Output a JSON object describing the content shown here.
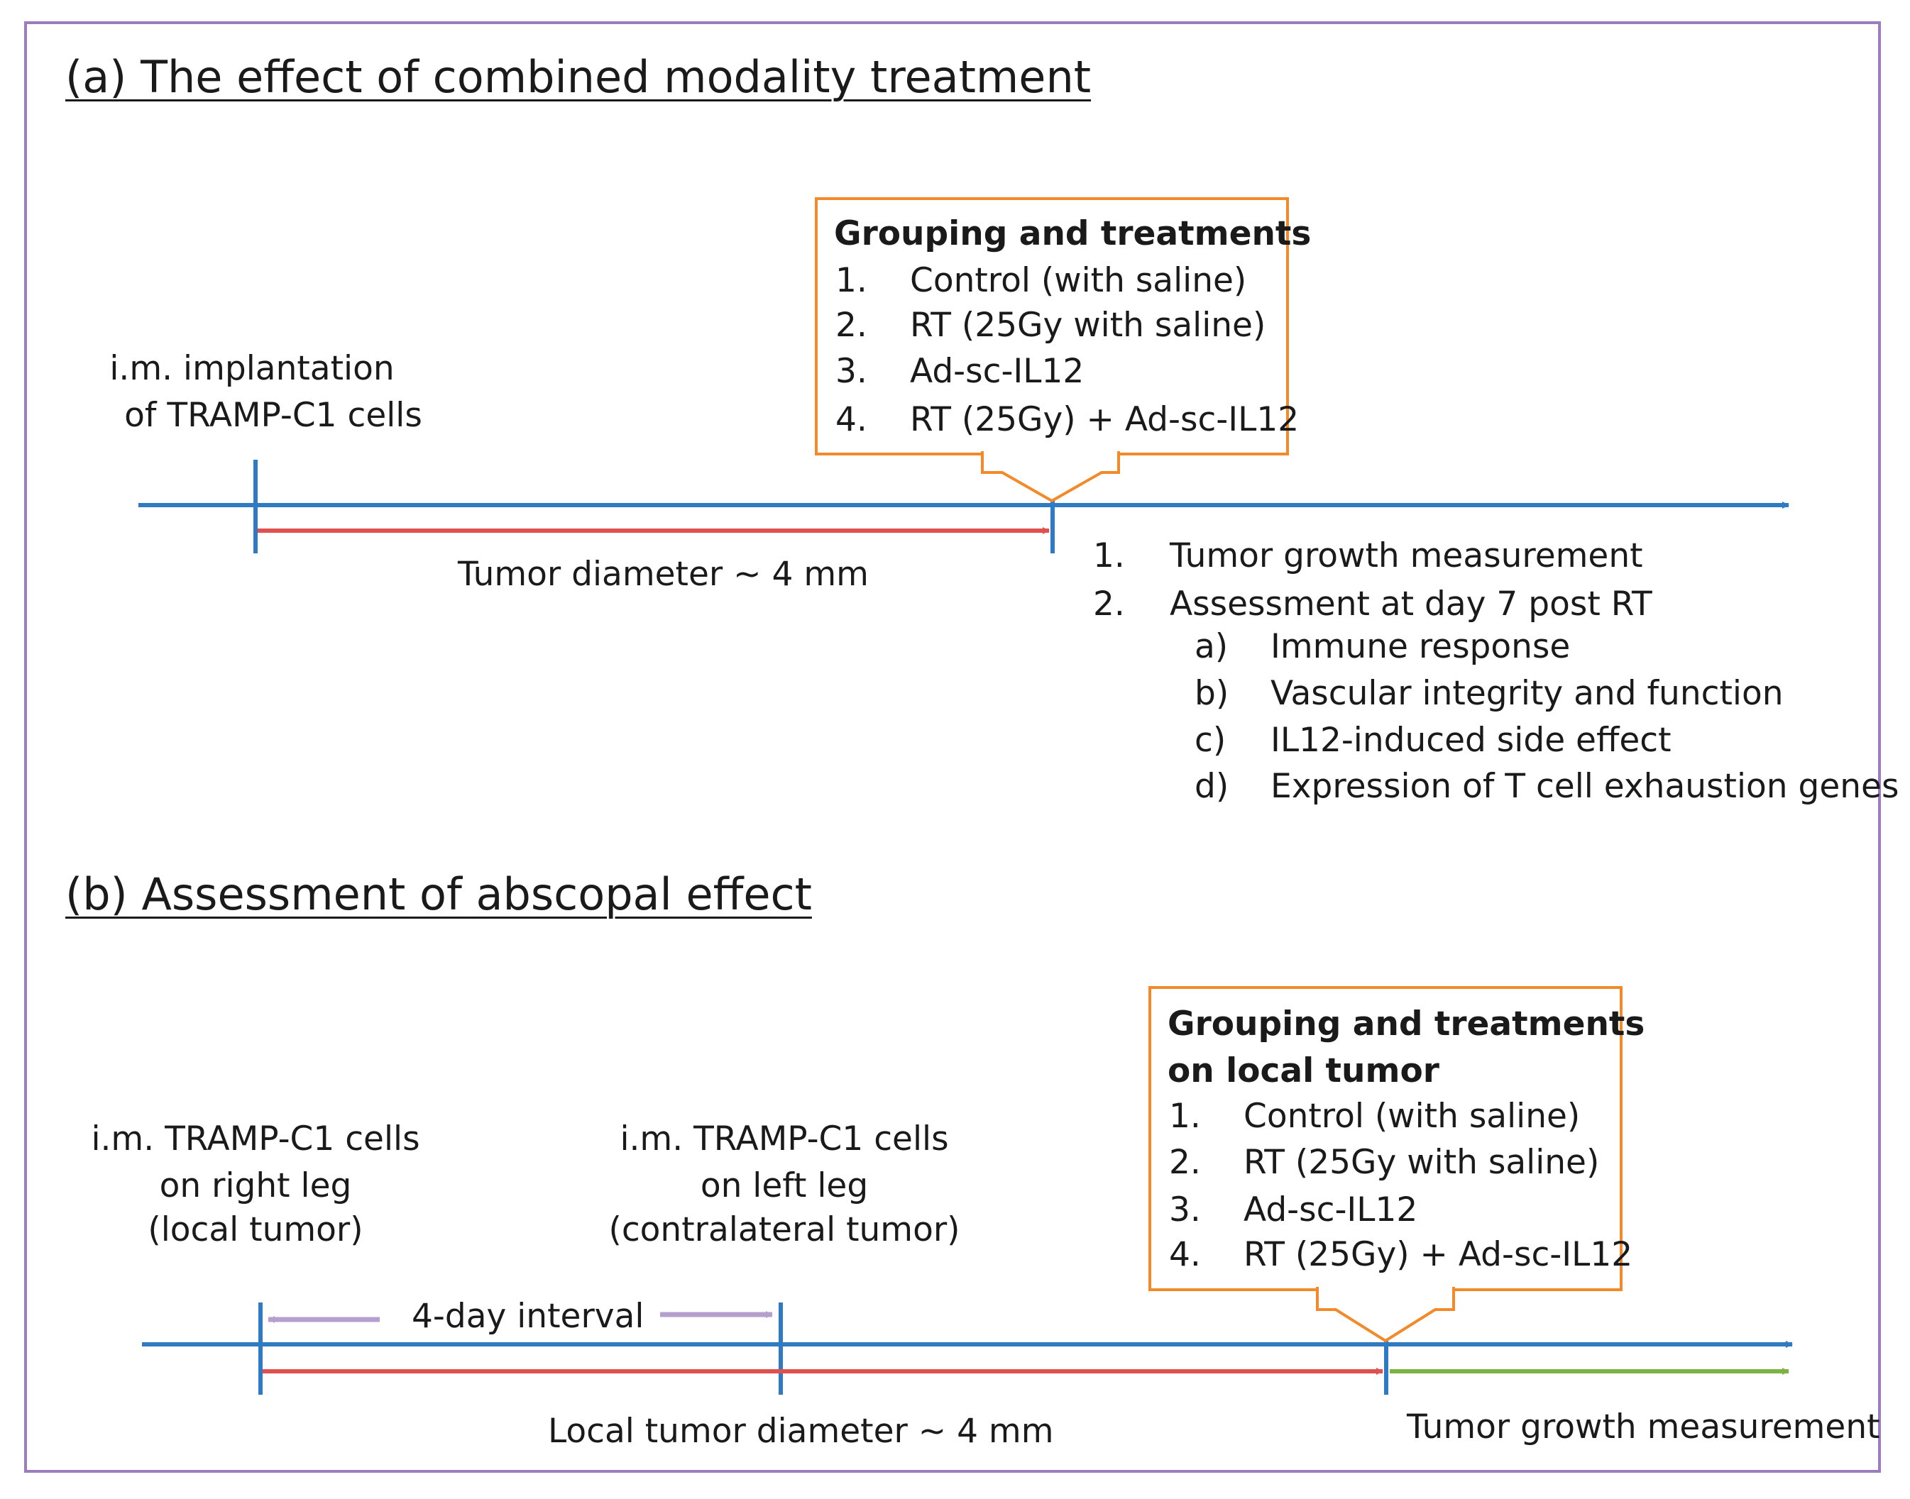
{
  "panel_a": {
    "title": "(a) The effect of combined modality treatment",
    "implant_label": [
      "i.m. implantation",
      "of TRAMP-C1 cells"
    ],
    "span_label": "Tumor diameter ~ 4 mm",
    "box": {
      "heading": "Grouping and treatments",
      "items": [
        {
          "num": "1.",
          "text": "Control (with saline)"
        },
        {
          "num": "2.",
          "text": "RT (25Gy with saline)"
        },
        {
          "num": "3.",
          "text": "Ad-sc-IL12"
        },
        {
          "num": "4.",
          "text": "RT (25Gy) + Ad-sc-IL12"
        }
      ]
    },
    "outcomes": [
      {
        "num": "1.",
        "text": "Tumor growth measurement"
      },
      {
        "num": "2.",
        "text": "Assessment at day 7 post RT"
      }
    ],
    "sub_outcomes": [
      {
        "num": "a)",
        "text": "Immune response"
      },
      {
        "num": "b)",
        "text": "Vascular integrity and function"
      },
      {
        "num": "c)",
        "text": "IL12-induced side effect"
      },
      {
        "num": "d)",
        "text": "Expression of T cell exhaustion genes"
      }
    ]
  },
  "panel_b": {
    "title": "(b) Assessment of abscopal effect",
    "right_leg_label": [
      "i.m. TRAMP-C1 cells",
      "on right leg",
      "(local tumor)"
    ],
    "left_leg_label": [
      "i.m. TRAMP-C1 cells",
      "on left leg",
      "(contralateral tumor)"
    ],
    "interval_label": "4-day interval",
    "span_label": "Local tumor diameter ~ 4 mm",
    "box": {
      "heading": [
        "Grouping and treatments",
        "on local tumor"
      ],
      "items": [
        {
          "num": "1.",
          "text": "Control (with saline)"
        },
        {
          "num": "2.",
          "text": "RT (25Gy with saline)"
        },
        {
          "num": "3.",
          "text": "Ad-sc-IL12"
        },
        {
          "num": "4.",
          "text": "RT (25Gy) + Ad-sc-IL12"
        }
      ]
    },
    "outcome_label": "Tumor growth measurement"
  },
  "colors": {
    "timeline": "#2e7bc4",
    "red_span": "#e0504e",
    "green_span": "#7cb342",
    "interval_arrow": "#b49fce",
    "box_border": "#f28a2a",
    "frame": "#9b7dbd"
  }
}
